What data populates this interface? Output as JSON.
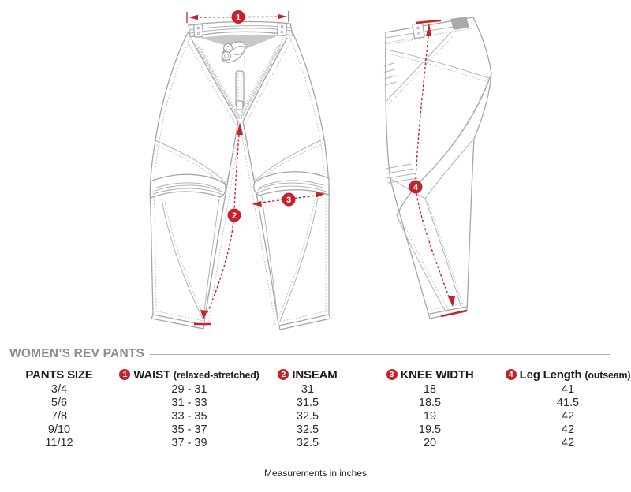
{
  "section": {
    "title": "WOMEN’S REV PANTS"
  },
  "diagram": {
    "callouts": [
      "1",
      "2",
      "3",
      "4"
    ]
  },
  "table": {
    "headers": {
      "size": {
        "label": "PANTS SIZE"
      },
      "waist": {
        "marker": "1",
        "label": "WAIST",
        "sub": "(relaxed-stretched)"
      },
      "inseam": {
        "marker": "2",
        "label": "INSEAM"
      },
      "knee": {
        "marker": "3",
        "label": "KNEE WIDTH"
      },
      "leg": {
        "marker": "4",
        "label": "Leg Length",
        "sub": "(outseam)"
      }
    },
    "rows": [
      {
        "size": "3/4",
        "waist": "29 - 31",
        "inseam": "31",
        "knee": "18",
        "leg": "41"
      },
      {
        "size": "5/6",
        "waist": "31 - 33",
        "inseam": "31.5",
        "knee": "18.5",
        "leg": "41.5"
      },
      {
        "size": "7/8",
        "waist": "33 - 35",
        "inseam": "32.5",
        "knee": "19",
        "leg": "42"
      },
      {
        "size": "9/10",
        "waist": "35 - 37",
        "inseam": "32.5",
        "knee": "19.5",
        "leg": "42"
      },
      {
        "size": "11/12",
        "waist": "37 - 39",
        "inseam": "32.5",
        "knee": "20",
        "leg": "42"
      }
    ],
    "footnote": "Measurements in inches"
  },
  "colors": {
    "accent_red": "#c5222a",
    "heading_gray": "#8b8d90",
    "line_gray": "#a3a5a8"
  }
}
